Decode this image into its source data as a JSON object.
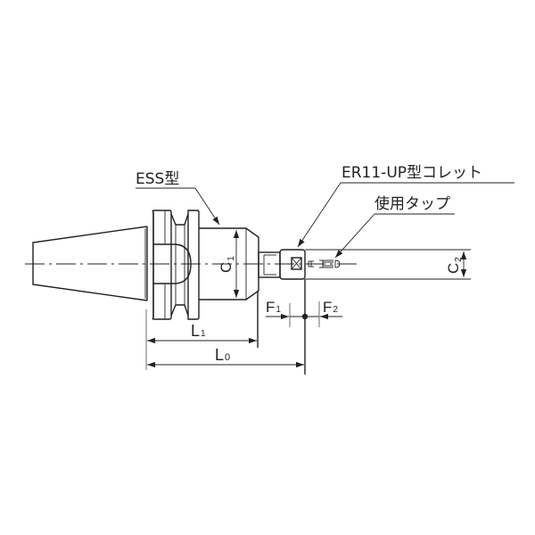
{
  "labels": {
    "holder_type": "ESS型",
    "collet_type": "ER11-UP型コレット",
    "tap_label": "使用タップ"
  },
  "dimensions": {
    "C1": {
      "main": "C",
      "sub": "1"
    },
    "C2": {
      "main": "C",
      "sub": "2"
    },
    "F1": {
      "main": "F",
      "sub": "1"
    },
    "F2": {
      "main": "F",
      "sub": "2"
    },
    "L1": {
      "main": "L",
      "sub": "1"
    },
    "L0": {
      "main": "L",
      "sub": "0"
    }
  },
  "colors": {
    "line": "#231f20",
    "extension_line": "#6d6e71",
    "background": "#ffffff"
  }
}
